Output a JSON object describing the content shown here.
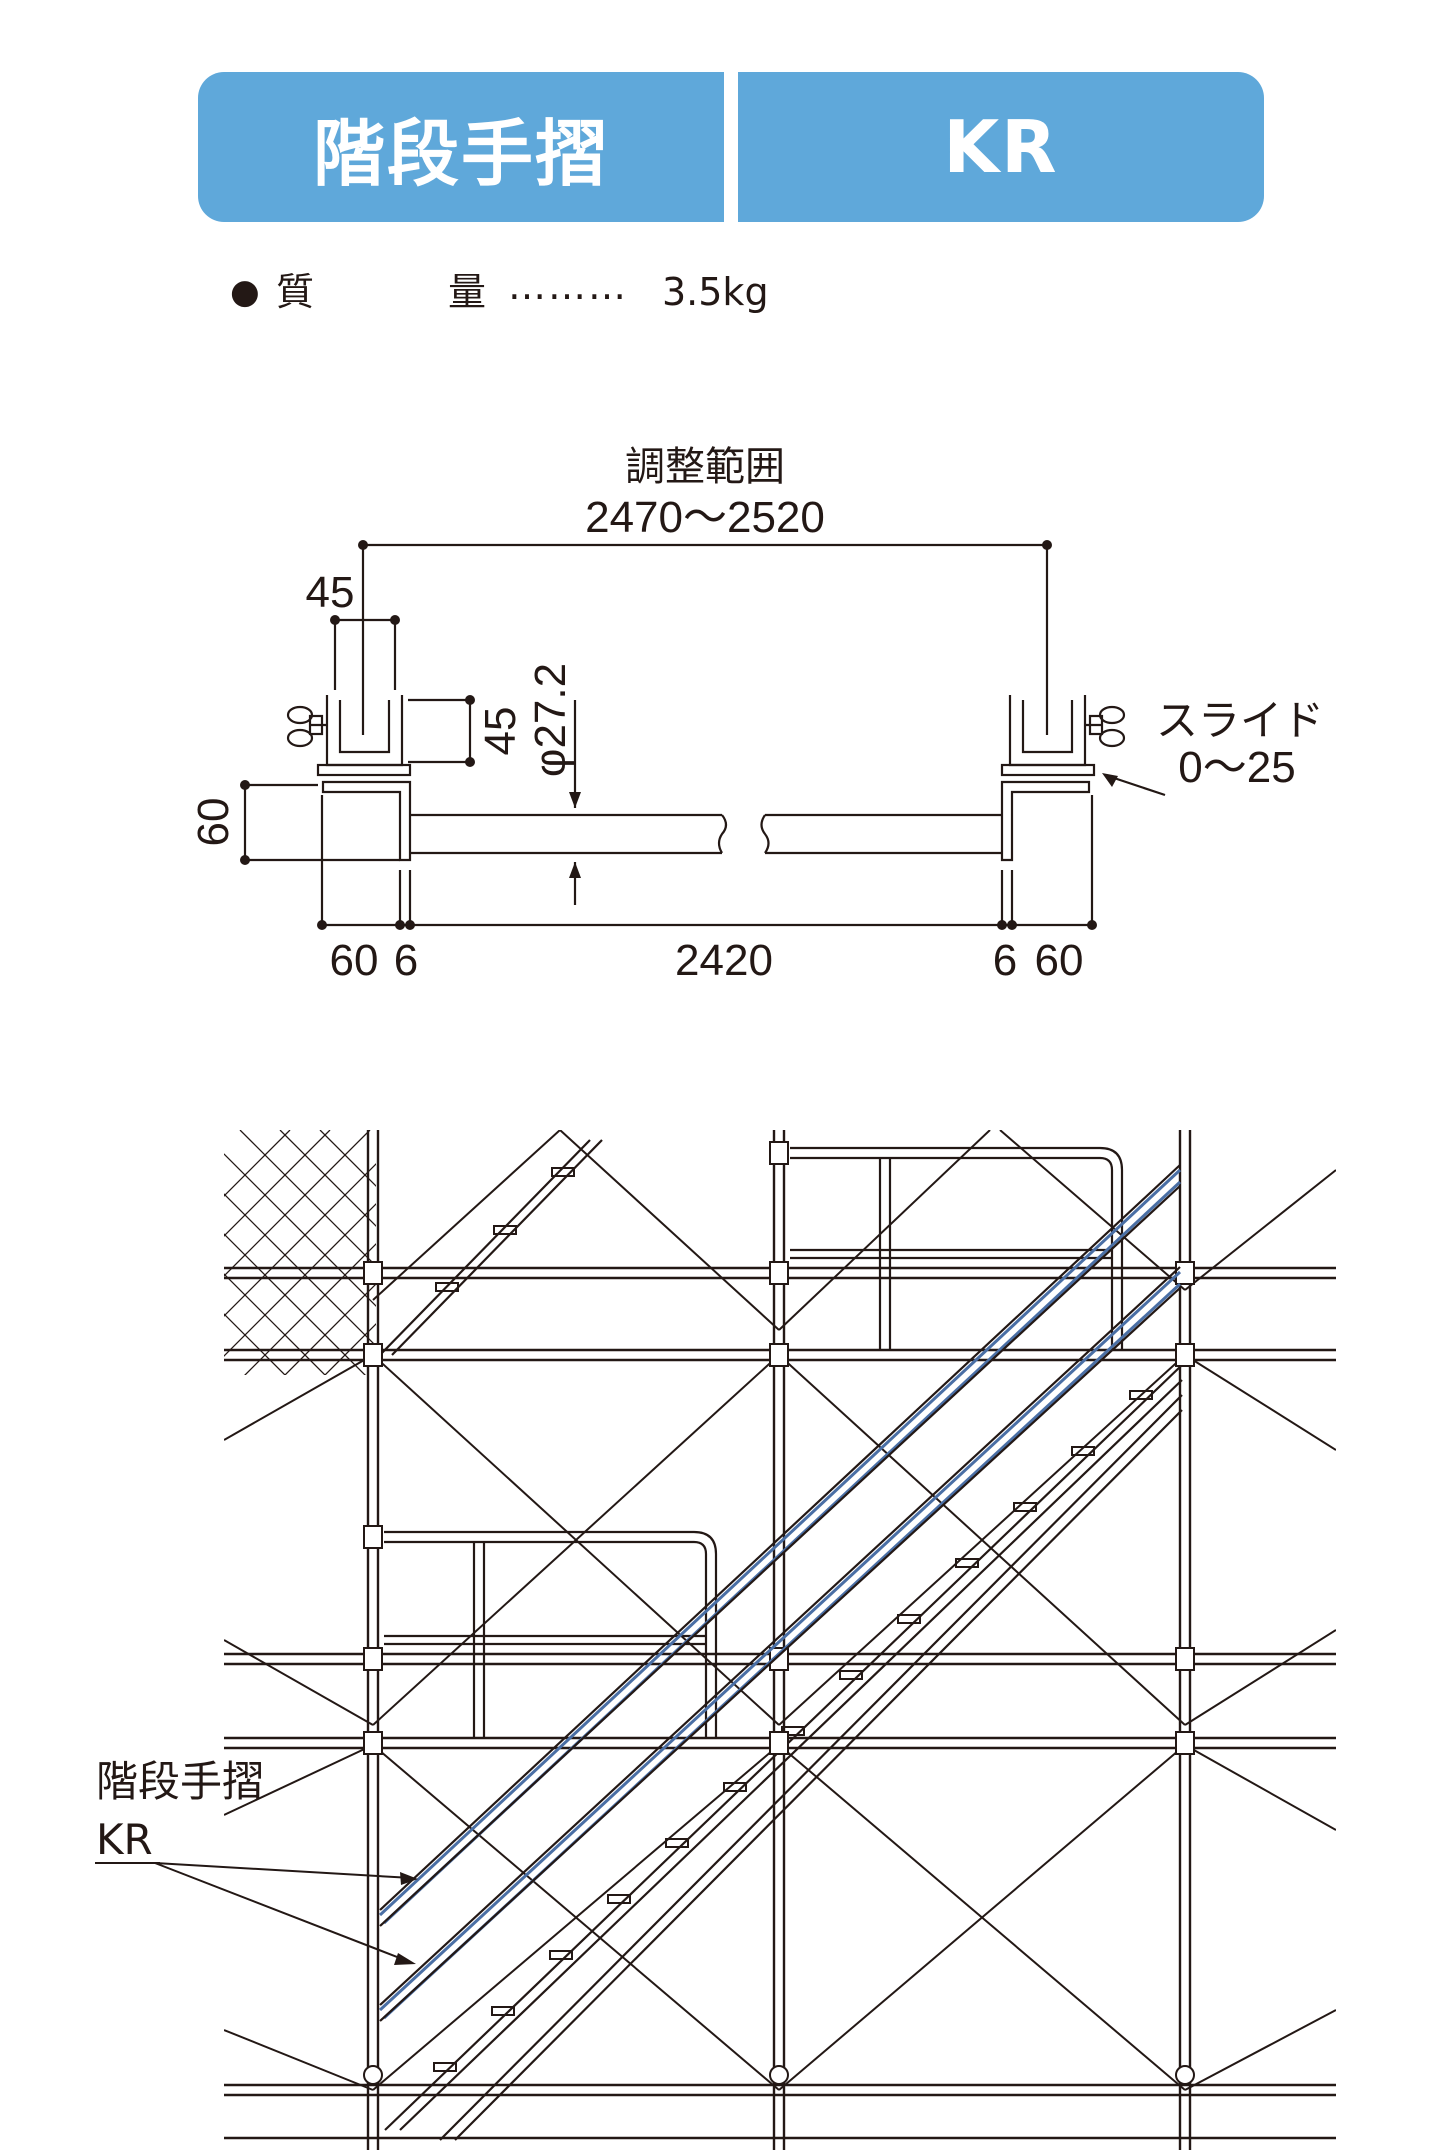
{
  "header": {
    "title": "階段手摺",
    "model": "KR"
  },
  "spec": {
    "bullet": "●",
    "label_part1": "質",
    "label_part2": "量",
    "dots": "………",
    "weight": "3.5kg"
  },
  "dimensions": {
    "adjust_label": "調整範囲",
    "adjust_range": "2470～2520",
    "clamp_width": "45",
    "clamp_depth": "45",
    "pipe_diameter": "φ27.2",
    "height": "60",
    "slide_label": "スライド",
    "slide_range": "0～25",
    "left_offset": "60",
    "left_plate": "6",
    "length": "2420",
    "right_plate": "6",
    "right_offset": "60"
  },
  "callout": {
    "line1": "階段手摺",
    "line2": "KR"
  },
  "colors": {
    "header_bg": "#5fa8da",
    "handrail": "#4a6fa5",
    "ink": "#231815"
  }
}
